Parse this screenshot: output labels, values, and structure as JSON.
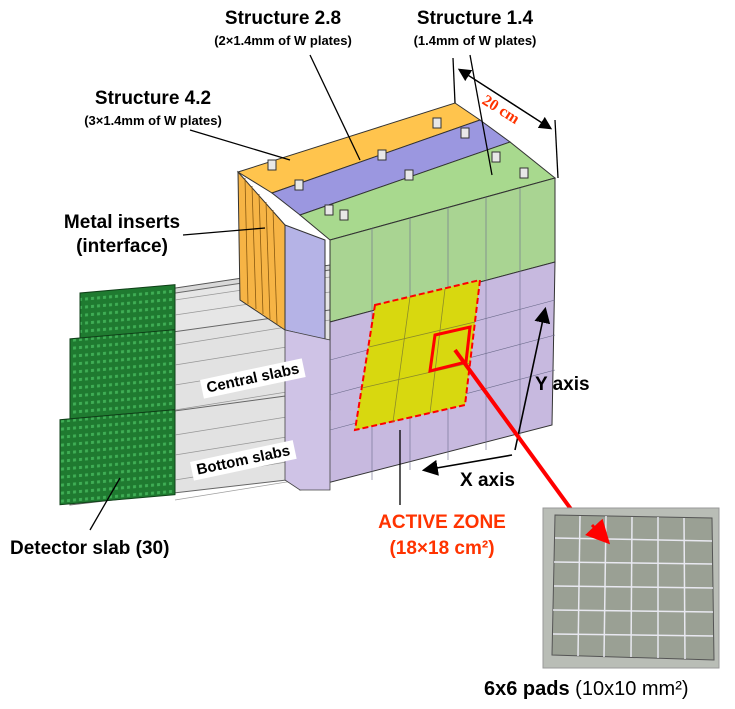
{
  "labels": {
    "structure_28_title": "Structure 2.8",
    "structure_28_sub": "(2×1.4mm of W plates)",
    "structure_14_title": "Structure 1.4",
    "structure_14_sub": "(1.4mm of W plates)",
    "structure_42_title": "Structure 4.2",
    "structure_42_sub": "(3×1.4mm of W plates)",
    "width_dim": "20 cm",
    "metal_inserts_1": "Metal inserts",
    "metal_inserts_2": "(interface)",
    "central_slabs": "Central slabs",
    "bottom_slabs": "Bottom slabs",
    "y_axis": "Y axis",
    "x_axis": "X axis",
    "active_zone_1": "ACTIVE ZONE",
    "active_zone_2": "(18×18 cm²)",
    "detector_slab": "Detector slab (30)",
    "pads_bold": "6x6 pads",
    "pads_rest": " (10x10 mm²)"
  },
  "colors": {
    "structure_28": "#ffc44d",
    "structure_14_top": "#9b97e0",
    "structure_42_top": "#a8d98e",
    "front_upper": "#a9d492",
    "front_lower": "#c7b9df",
    "active_zone": "#d8d80f",
    "highlight": "#ff0000",
    "electronics": "#2a8a3a"
  }
}
